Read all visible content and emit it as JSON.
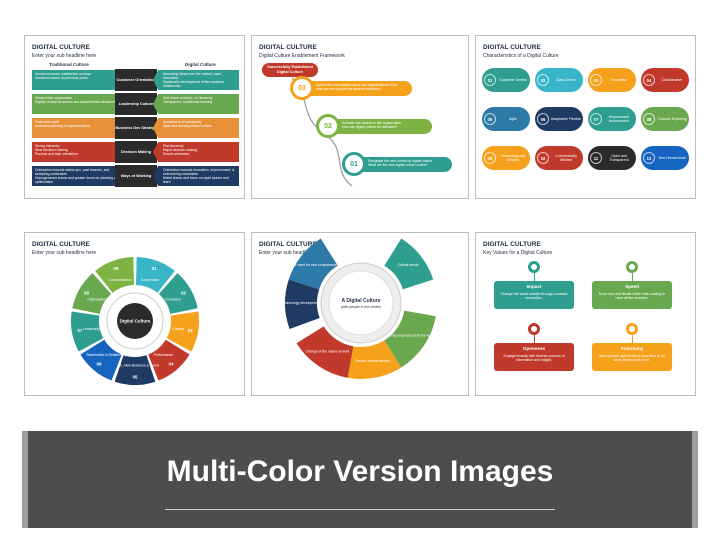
{
  "slides": [
    {
      "title": "DIGITAL CULTURE",
      "subtitle": "Enter your sub headline here",
      "col_left": "Traditional Culture",
      "col_right": "Digital Culture",
      "rows": [
        {
          "left": "Annual customer satisfaction surveys\nDecisions based on previous years",
          "mid": "Customer Orientation",
          "right": "Absorbing ideas from the market, open innovation\nSystematic development of the customer relationship",
          "color": "#2e9e8f"
        },
        {
          "left": "Hierarchical organization\nRigidly vertical structures and departmental structures",
          "mid": "Leadership Culture",
          "right": "Self-driven network, no hierarchy\nTransparent, conditional learning",
          "color": "#6aa84f"
        },
        {
          "left": "Fixed plan cycle\nIncessant planning & implementation",
          "mid": "Business Dev Strategy",
          "right": "Acceptance of complexity\nAgile and learning-based culture",
          "color": "#e69138"
        },
        {
          "left": "Strong hierarchy\nSlow decision making\nProcess and task orientation",
          "mid": "Decision Making",
          "right": "Flat hierarchy\nRapid decision making\nResult orientation",
          "color": "#c0392b"
        },
        {
          "left": "Orientation towards status quo, past lessons, and accepting constraints\nHomogeneous teams and greater focus on planning and optimization",
          "mid": "Ways of Working",
          "right": "Orientation towards innovation, improvement, & overcoming constraints\nMixed teams and focus on rapid launch and learn",
          "color": "#1f3b63"
        }
      ]
    },
    {
      "title": "DIGITAL CULTURE",
      "subtitle": "Digital Culture Enablement Framework",
      "badge": "Successfully Established Digital Culture",
      "steps": [
        {
          "num": "03",
          "text": "Embed the new digital culture into organizational DNA\nHow can we support the desired behaviors?",
          "color": "#f5a11c"
        },
        {
          "num": "02",
          "text": "Activate role models in the organization\nHow can digital culture be activated?",
          "color": "#7cb342"
        },
        {
          "num": "01",
          "text": "Designate the new norms for digital culture\nWhat are the new digital culture codes?",
          "color": "#2e9e8f"
        }
      ]
    },
    {
      "title": "DIGITAL CULTURE",
      "subtitle": "Characteristics of a Digital Culture",
      "items": [
        {
          "num": "01",
          "label": "Customer Centric",
          "color": "#2e9e8f"
        },
        {
          "num": "02",
          "label": "Data Driven",
          "color": "#38b6c8"
        },
        {
          "num": "03",
          "label": "Innovative",
          "color": "#f5a11c"
        },
        {
          "num": "04",
          "label": "Collaborative",
          "color": "#c0392b"
        },
        {
          "num": "05",
          "label": "Agile",
          "color": "#2d79a7"
        },
        {
          "num": "06",
          "label": "Adaptable/ Flexible",
          "color": "#1f3b63"
        },
        {
          "num": "07",
          "label": "Empowered/ Autonomous",
          "color": "#2e9e8f"
        },
        {
          "num": "08",
          "label": "Curious/ Exploring",
          "color": "#6aa84f"
        },
        {
          "num": "09",
          "label": "Technologically Minded",
          "color": "#f5a11c"
        },
        {
          "num": "10",
          "label": "Commercially Minded",
          "color": "#c0392b"
        },
        {
          "num": "11",
          "label": "Open and Transparent",
          "color": "#2b2b2b"
        },
        {
          "num": "12",
          "label": "Non-Hierarchical",
          "color": "#1565c0"
        }
      ]
    },
    {
      "title": "DIGITAL CULTURE",
      "subtitle": "Enter your sub headline here",
      "center": "Digital Culture",
      "segments": [
        {
          "num": "01",
          "label": "Cooperation",
          "color": "#38b6c8"
        },
        {
          "num": "02",
          "label": "Innovation",
          "color": "#2e9e8f"
        },
        {
          "num": "03",
          "label": "Change",
          "color": "#f5a11c"
        },
        {
          "num": "04",
          "label": "Performance",
          "color": "#c0392b"
        },
        {
          "num": "05",
          "label": "Growth, New Business & Brand",
          "color": "#1f3b63"
        },
        {
          "num": "06",
          "label": "Stakeholder & Relationship",
          "color": "#1565c0"
        },
        {
          "num": "07",
          "label": "Leadership",
          "color": "#2e9e8f"
        },
        {
          "num": "08",
          "label": "Organization",
          "color": "#6aa84f"
        },
        {
          "num": "09",
          "label": "Communication",
          "color": "#7cb342"
        }
      ]
    },
    {
      "title": "DIGITAL CULTURE",
      "subtitle": "Enter your sub headline here",
      "center_title": "A Digital Culture",
      "center_sub": "(with people in the center)",
      "segments": [
        {
          "label": "The need for new competence",
          "color": "#2d79a7"
        },
        {
          "label": "Critical trends",
          "color": "#2e9e8f"
        },
        {
          "label": "Technology development",
          "color": "#1f3b63"
        },
        {
          "label": "New trend being emphasized by the lead leadership",
          "color": "#6aa84f"
        },
        {
          "label": "Change of the nature of work",
          "color": "#c0392b"
        },
        {
          "label": "Desired cultural factors",
          "color": "#f5a11c"
        }
      ]
    },
    {
      "title": "DIGITAL CULTURE",
      "subtitle": "Key Values for a Digital Culture",
      "values": [
        {
          "name": "Impact",
          "text": "Change the world outside through constant innovation.",
          "color": "#2e9e8f"
        },
        {
          "name": "Speed",
          "text": "Move fast and iterate rather than waiting to have all the answers.",
          "color": "#6aa84f"
        },
        {
          "name": "Openness",
          "text": "Engage broadly with diverse sources of information and insight.",
          "color": "#c0392b"
        },
        {
          "name": "Autonomy",
          "text": "Allow people high levels of discretion to do what needs to be done.",
          "color": "#f5a11c"
        }
      ]
    }
  ],
  "banner": {
    "title": "Multi-Color Version Images"
  }
}
